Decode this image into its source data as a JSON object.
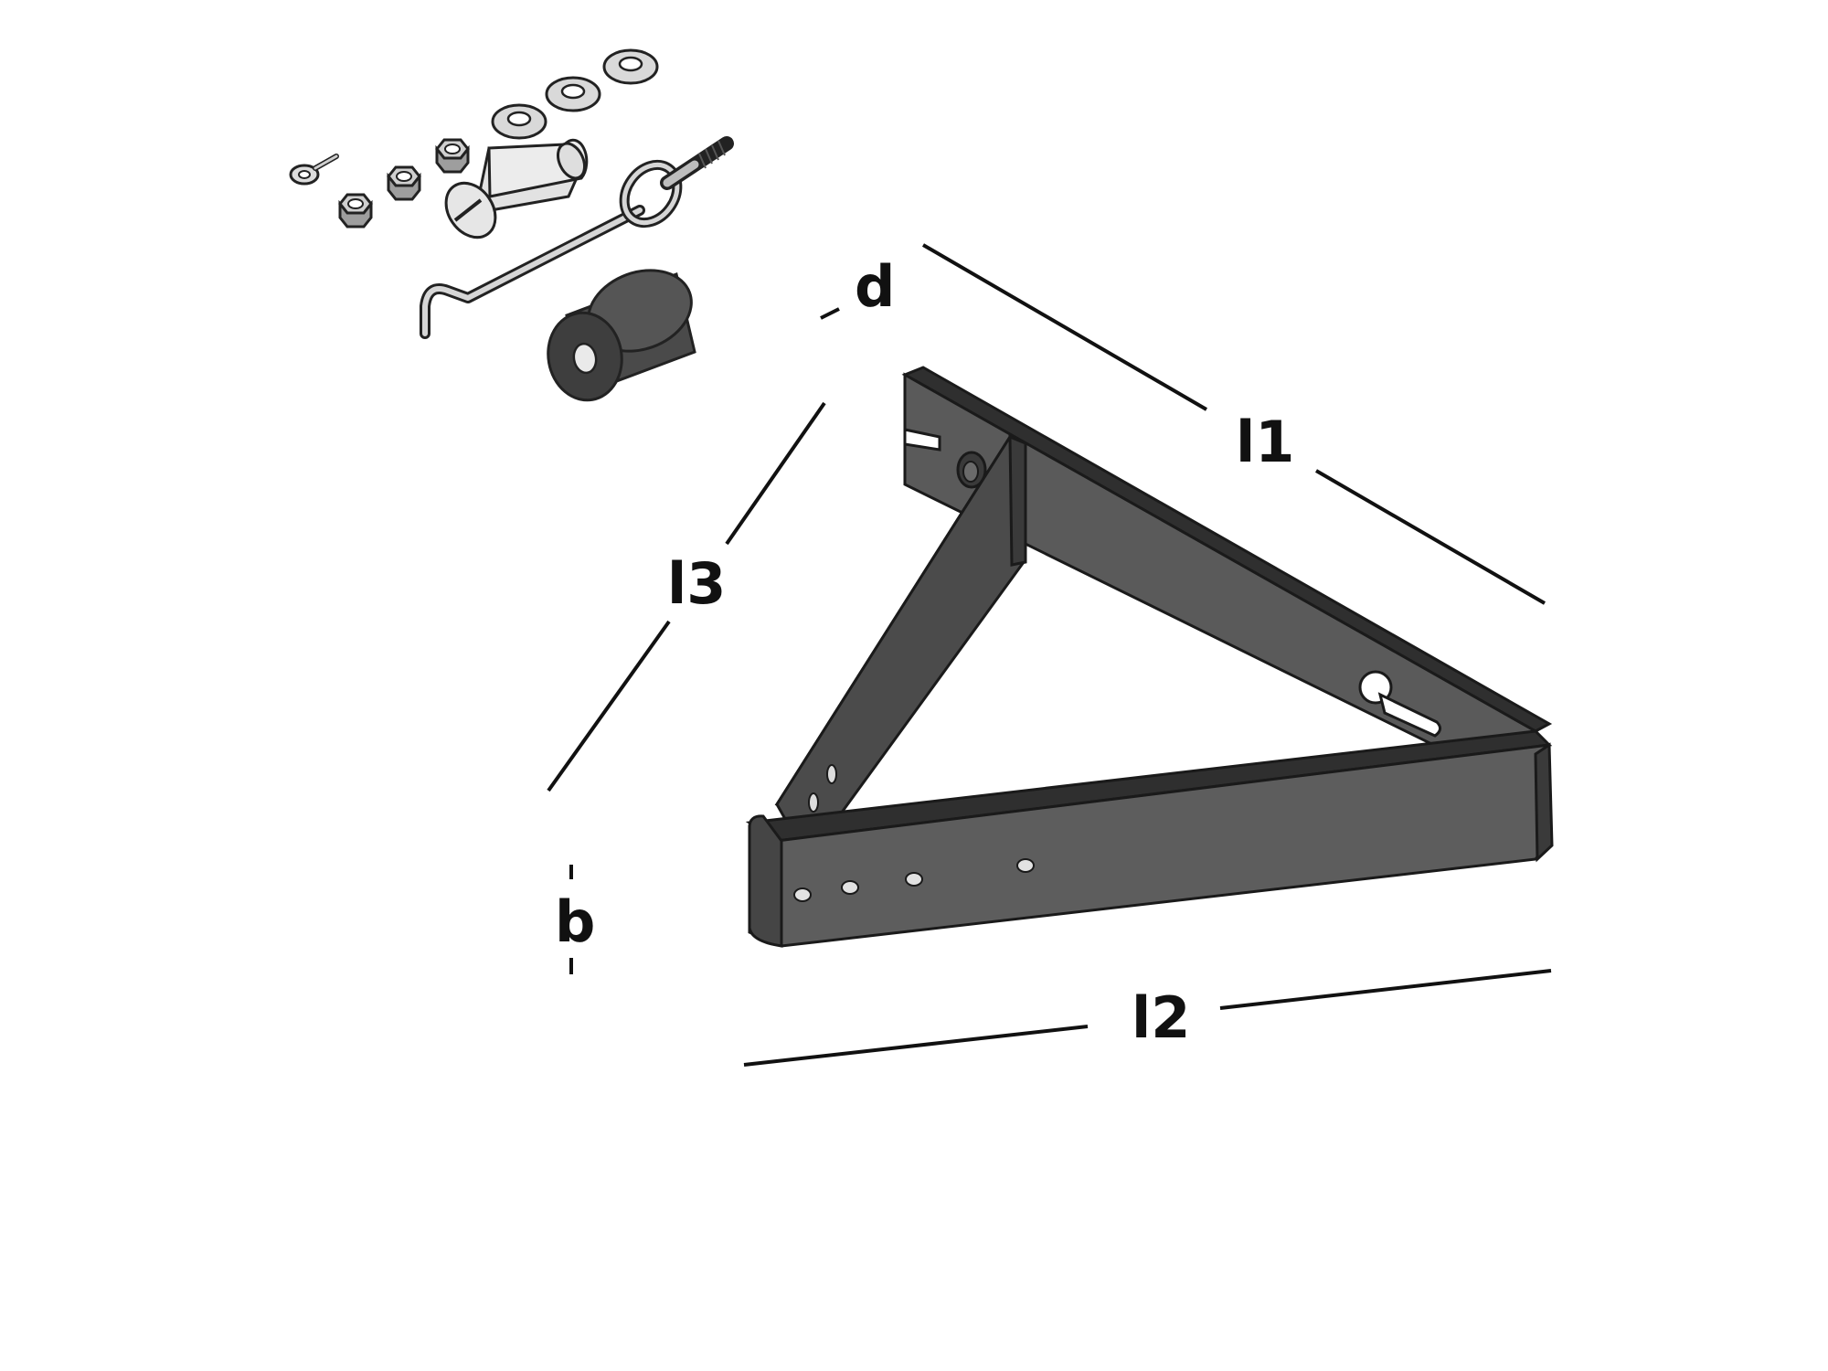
{
  "dimensions": {
    "d": "d",
    "l1": "l1",
    "l2": "l2",
    "l3": "l3",
    "b": "b"
  },
  "colors": {
    "bracket_face": "#5a5a5a",
    "bracket_side": "#3e3e3e",
    "bracket_edge": "#1f1f1f",
    "hardware_light": "#e6e6e6",
    "hardware_mid": "#bdbdbd",
    "rubber_block": "#4a4a4a",
    "dimension_ink": "#111111"
  },
  "parts": [
    "triangle-bracket",
    "rubber-stop",
    "hook-rod",
    "slotted-pin",
    "hex-nut",
    "washer",
    "eye-bolt"
  ]
}
